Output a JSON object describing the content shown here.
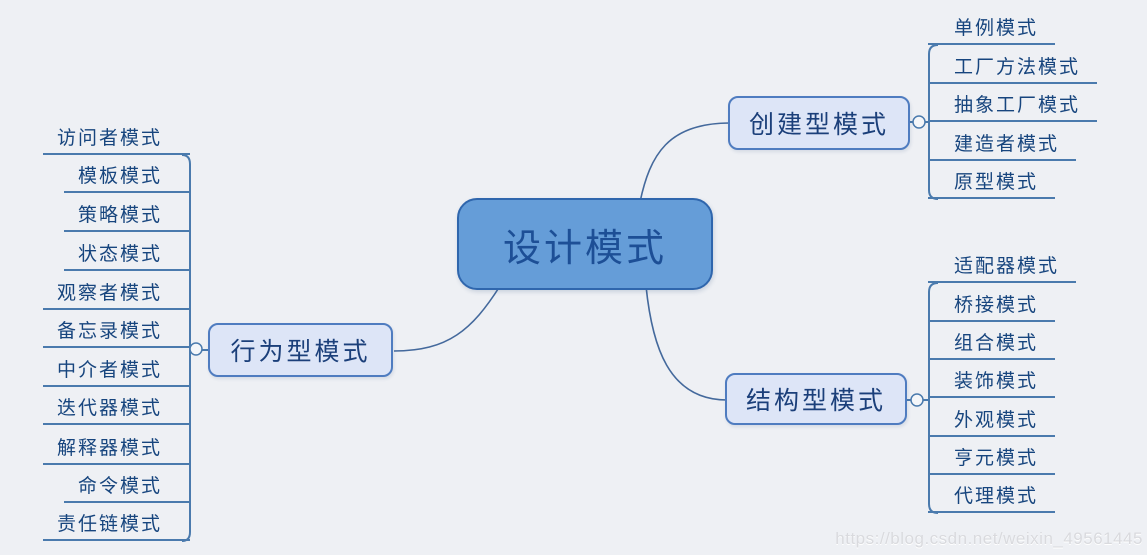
{
  "root": {
    "label": "设计模式"
  },
  "branches": [
    {
      "label": "创建型模式",
      "children": [
        "单例模式",
        "工厂方法模式",
        "抽象工厂模式",
        "建造者模式",
        "原型模式"
      ]
    },
    {
      "label": "结构型模式",
      "children": [
        "适配器模式",
        "桥接模式",
        "组合模式",
        "装饰模式",
        "外观模式",
        "亨元模式",
        "代理模式"
      ]
    },
    {
      "label": "行为型模式",
      "children": [
        "访问者模式",
        "模板模式",
        "策略模式",
        "状态模式",
        "观察者模式",
        "备忘录模式",
        "中介者模式",
        "迭代器模式",
        "解释器模式",
        "命令模式",
        "责任链模式"
      ]
    }
  ],
  "watermark": "https://blog.csdn.net/weixin_49561445",
  "colors": {
    "background": "#eef0f4",
    "root_fill": "#659dd8",
    "root_border": "#2f66ad",
    "root_text": "#1d4f96",
    "branch_fill": "#dde5f7",
    "branch_border": "#4f7cc0",
    "branch_text": "#1b3f7a",
    "leaf_text": "#17457e",
    "connector_line": "#4a7aad",
    "curve_line": "#44699c"
  }
}
